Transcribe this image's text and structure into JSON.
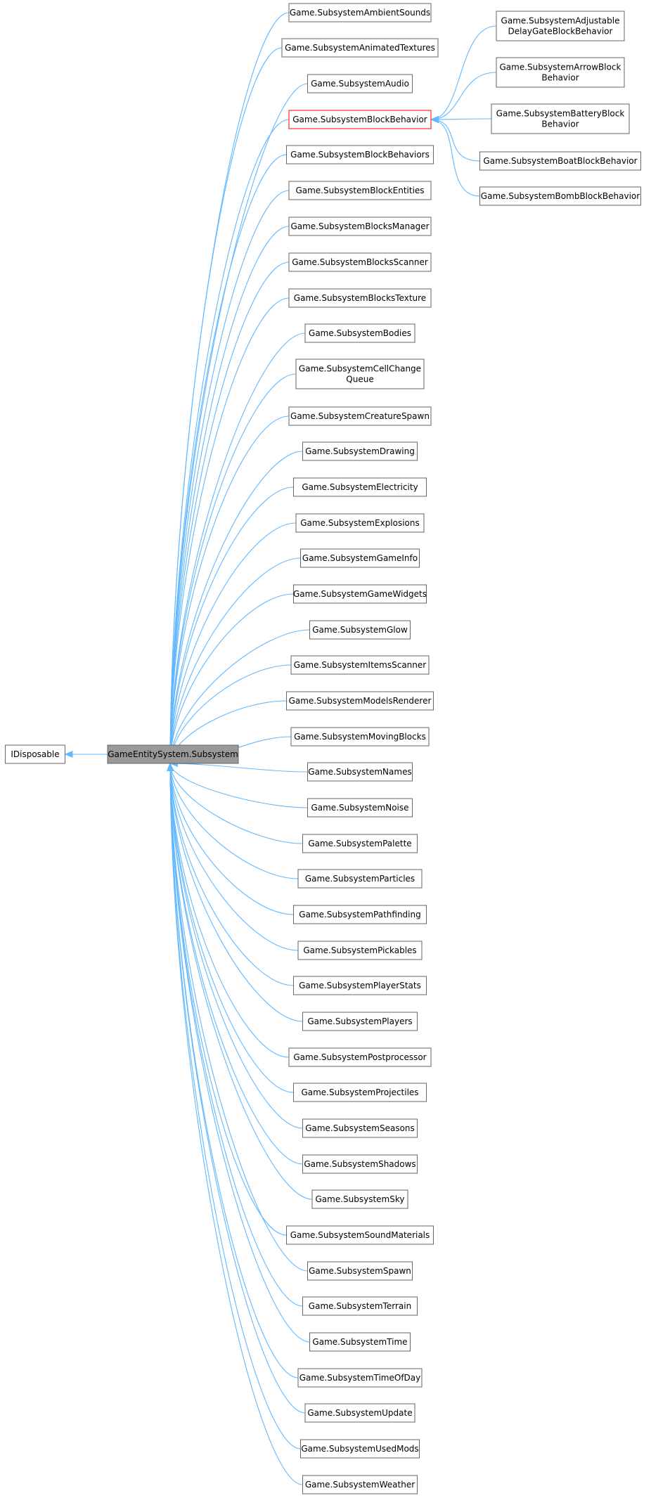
{
  "diagram": {
    "base": {
      "label": "IDisposable"
    },
    "focus": {
      "label": "GameEntitySystem.Subsystem"
    },
    "highlighted": {
      "label": "Game.SubsystemBlockBehavior"
    },
    "children": [
      {
        "id": "ambient",
        "lines": [
          "Game.SubsystemAmbientSounds"
        ]
      },
      {
        "id": "animated",
        "lines": [
          "Game.SubsystemAnimatedTextures"
        ]
      },
      {
        "id": "audio",
        "lines": [
          "Game.SubsystemAudio"
        ]
      },
      {
        "id": "blockbehavior",
        "lines": [
          "Game.SubsystemBlockBehavior"
        ]
      },
      {
        "id": "blockbehaviors",
        "lines": [
          "Game.SubsystemBlockBehaviors"
        ]
      },
      {
        "id": "blockentities",
        "lines": [
          "Game.SubsystemBlockEntities"
        ]
      },
      {
        "id": "blocksmanager",
        "lines": [
          "Game.SubsystemBlocksManager"
        ]
      },
      {
        "id": "blocksscanner",
        "lines": [
          "Game.SubsystemBlocksScanner"
        ]
      },
      {
        "id": "blockstexture",
        "lines": [
          "Game.SubsystemBlocksTexture"
        ]
      },
      {
        "id": "bodies",
        "lines": [
          "Game.SubsystemBodies"
        ]
      },
      {
        "id": "cellchange",
        "lines": [
          "Game.SubsystemCellChange",
          "Queue"
        ]
      },
      {
        "id": "creaturespawn",
        "lines": [
          "Game.SubsystemCreatureSpawn"
        ]
      },
      {
        "id": "drawing",
        "lines": [
          "Game.SubsystemDrawing"
        ]
      },
      {
        "id": "electricity",
        "lines": [
          "Game.SubsystemElectricity"
        ]
      },
      {
        "id": "explosions",
        "lines": [
          "Game.SubsystemExplosions"
        ]
      },
      {
        "id": "gameinfo",
        "lines": [
          "Game.SubsystemGameInfo"
        ]
      },
      {
        "id": "gamewidgets",
        "lines": [
          "Game.SubsystemGameWidgets"
        ]
      },
      {
        "id": "glow",
        "lines": [
          "Game.SubsystemGlow"
        ]
      },
      {
        "id": "itemsscanner",
        "lines": [
          "Game.SubsystemItemsScanner"
        ]
      },
      {
        "id": "modelsrenderer",
        "lines": [
          "Game.SubsystemModelsRenderer"
        ]
      },
      {
        "id": "movingblocks",
        "lines": [
          "Game.SubsystemMovingBlocks"
        ]
      },
      {
        "id": "names",
        "lines": [
          "Game.SubsystemNames"
        ]
      },
      {
        "id": "noise",
        "lines": [
          "Game.SubsystemNoise"
        ]
      },
      {
        "id": "palette",
        "lines": [
          "Game.SubsystemPalette"
        ]
      },
      {
        "id": "particles",
        "lines": [
          "Game.SubsystemParticles"
        ]
      },
      {
        "id": "pathfinding",
        "lines": [
          "Game.SubsystemPathfinding"
        ]
      },
      {
        "id": "pickables",
        "lines": [
          "Game.SubsystemPickables"
        ]
      },
      {
        "id": "playerstats",
        "lines": [
          "Game.SubsystemPlayerStats"
        ]
      },
      {
        "id": "players",
        "lines": [
          "Game.SubsystemPlayers"
        ]
      },
      {
        "id": "postprocessor",
        "lines": [
          "Game.SubsystemPostprocessor"
        ]
      },
      {
        "id": "projectiles",
        "lines": [
          "Game.SubsystemProjectiles"
        ]
      },
      {
        "id": "seasons",
        "lines": [
          "Game.SubsystemSeasons"
        ]
      },
      {
        "id": "shadows",
        "lines": [
          "Game.SubsystemShadows"
        ]
      },
      {
        "id": "sky",
        "lines": [
          "Game.SubsystemSky"
        ]
      },
      {
        "id": "soundmaterials",
        "lines": [
          "Game.SubsystemSoundMaterials"
        ]
      },
      {
        "id": "spawn",
        "lines": [
          "Game.SubsystemSpawn"
        ]
      },
      {
        "id": "terrain",
        "lines": [
          "Game.SubsystemTerrain"
        ]
      },
      {
        "id": "time",
        "lines": [
          "Game.SubsystemTime"
        ]
      },
      {
        "id": "timeofday",
        "lines": [
          "Game.SubsystemTimeOfDay"
        ]
      },
      {
        "id": "update",
        "lines": [
          "Game.SubsystemUpdate"
        ]
      },
      {
        "id": "usedmods",
        "lines": [
          "Game.SubsystemUsedMods"
        ]
      },
      {
        "id": "weather",
        "lines": [
          "Game.SubsystemWeather"
        ]
      }
    ],
    "grandchildren": [
      {
        "id": "adjustable",
        "lines": [
          "Game.SubsystemAdjustable",
          "DelayGateBlockBehavior"
        ]
      },
      {
        "id": "arrow",
        "lines": [
          "Game.SubsystemArrowBlock",
          "Behavior"
        ]
      },
      {
        "id": "battery",
        "lines": [
          "Game.SubsystemBatteryBlock",
          "Behavior"
        ]
      },
      {
        "id": "boat",
        "lines": [
          "Game.SubsystemBoatBlockBehavior"
        ]
      },
      {
        "id": "bomb",
        "lines": [
          "Game.SubsystemBombBlockBehavior"
        ]
      }
    ],
    "colors": {
      "edge": "#63b8ff",
      "node_border": "#666666",
      "highlight_border": "#ff0000",
      "focus_fill": "#999999",
      "node_fill": "#ffffff"
    }
  }
}
